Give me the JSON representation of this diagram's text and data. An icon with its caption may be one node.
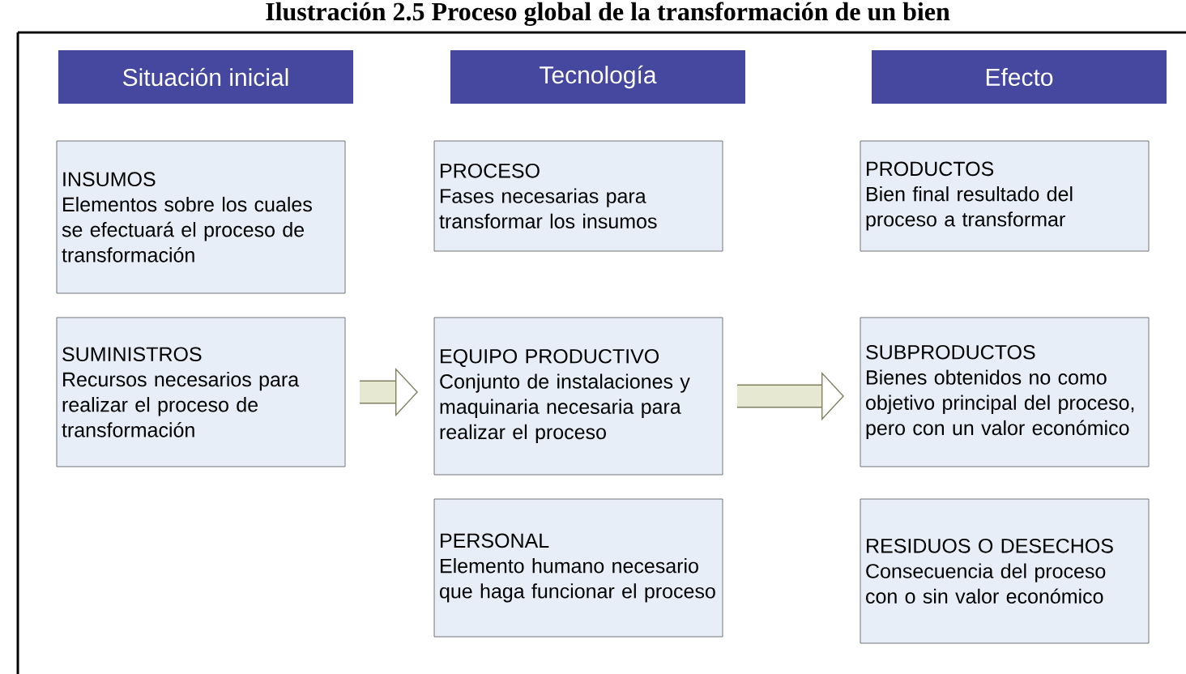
{
  "diagram": {
    "title": "Ilustración 2.5 Proceso global de la transformación de un bien",
    "nodes": [
      {
        "text": [
          "Situación inicial"
        ]
      },
      {
        "text": [
          "Tecnología"
        ]
      },
      {
        "text": [
          "Efecto"
        ]
      },
      {
        "text": [
          "INSUMOS",
          "Elementos sobre los cuales se efectuará el proceso de transformación"
        ]
      },
      {
        "text": [
          "SUMINISTROS",
          "Recursos necesarios para realizar el proceso de transformación"
        ]
      },
      {
        "text": [
          "PROCESO",
          "Fases necesarias para transformar los insumos"
        ]
      },
      {
        "text": [
          "EQUIPO PRODUCTIVO",
          "Conjunto de instalaciones y maquinaria necesaria para realizar el proceso"
        ]
      },
      {
        "text": [
          "PERSONAL",
          "Elemento humano necesario que haga funcionar el proceso"
        ]
      },
      {
        "text": [
          "PRODUCTOS",
          "Bien final resultado del proceso a transformar"
        ]
      },
      {
        "text": [
          "SUBPRODUCTOS",
          "Bienes obtenidos no como objetivo principal del proceso, pero con un valor económico"
        ]
      },
      {
        "text": [
          "RESIDUOS O DESECHOS",
          "Consecuencia del proceso con o sin valor económico"
        ]
      }
    ],
    "edges": [
      {
        "from": 4,
        "to": 6,
        "arrow": "to"
      },
      {
        "from": 6,
        "to": 9,
        "arrow": "to"
      }
    ]
  }
}
